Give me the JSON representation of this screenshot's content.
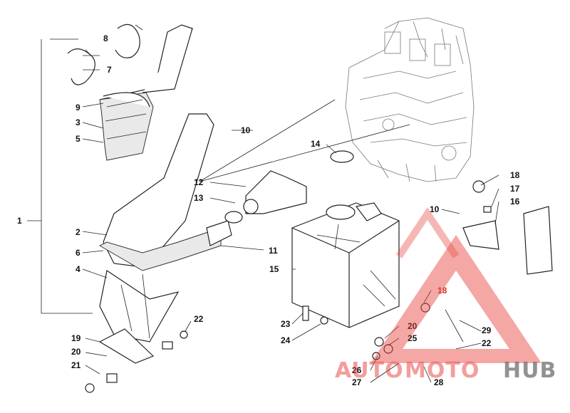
{
  "labels": {
    "l1": "1",
    "l2": "2",
    "l3": "3",
    "l4": "4",
    "l5": "5",
    "l6": "6",
    "l7": "7",
    "l8": "8",
    "l9": "9",
    "l10a": "10",
    "l10b": "10",
    "l11": "11",
    "l12": "12",
    "l13": "13",
    "l14": "14",
    "l15": "15",
    "l16": "16",
    "l17": "17",
    "l18a": "18",
    "l18b": "18",
    "l19": "19",
    "l20a": "20",
    "l20b": "20",
    "l21": "21",
    "l22a": "22",
    "l22b": "22",
    "l23": "23",
    "l24": "24",
    "l25": "25",
    "l26": "26",
    "l27": "27",
    "l28": "28",
    "l29": "29"
  },
  "watermark": {
    "part1": "AUTO",
    "part2": "MOTO",
    "part3": "HUB"
  },
  "colors": {
    "watermark_red": "#e8413c",
    "watermark_gray": "#555555",
    "callout_red": "#d62828"
  }
}
